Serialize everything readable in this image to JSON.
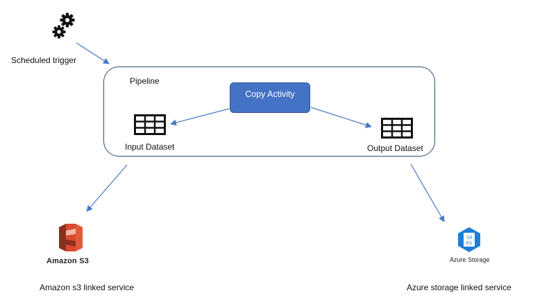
{
  "trigger": {
    "label": "Scheduled trigger",
    "icon": "gears-icon"
  },
  "pipeline": {
    "label": "Pipeline",
    "copy_activity": "Copy Activity",
    "input_dataset": "Input Dataset",
    "output_dataset": "Output Dataset"
  },
  "services": {
    "s3": {
      "logo_text": "Amazon S3",
      "label": "Amazon s3 linked service",
      "color": "#d9492e"
    },
    "azure": {
      "logo_text": "Azure Storage",
      "label": "Azure storage linked service",
      "binary_top": "10",
      "binary_bottom": "01",
      "color": "#1f7fd6"
    }
  },
  "colors": {
    "arrow": "#4a79c6",
    "activity_fill": "#4472c4",
    "pipeline_border": "#2f4d73"
  }
}
